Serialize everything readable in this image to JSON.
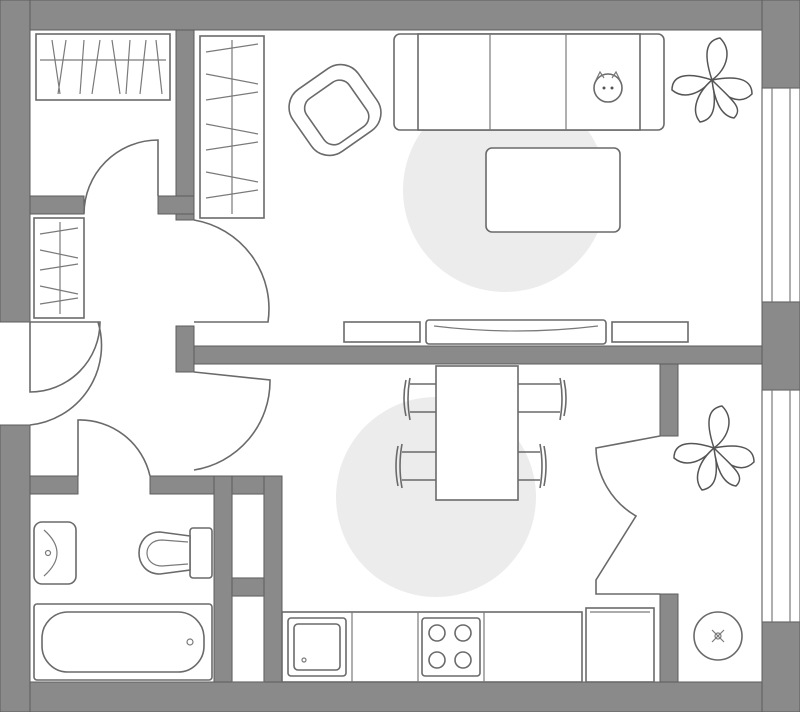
{
  "plan": {
    "colors": {
      "wall": "#8a8a8a",
      "wall_outline": "#5c5c5c",
      "furniture_stroke": "#6a6a6a",
      "rug": "#ececec",
      "background": "#ffffff"
    },
    "rooms": [
      "living-room",
      "hallway",
      "wardrobe",
      "bathroom",
      "kitchen",
      "balcony"
    ],
    "icons": [
      "sofa-icon",
      "armchair-icon",
      "coffee-table-icon",
      "plant-icon",
      "dining-table-icon",
      "chair-icon",
      "toilet-icon",
      "sink-icon",
      "bathtub-icon",
      "stove-icon",
      "kitchen-sink-icon",
      "tv-console-icon",
      "shelf-icon",
      "round-table-icon",
      "cat-icon"
    ]
  }
}
